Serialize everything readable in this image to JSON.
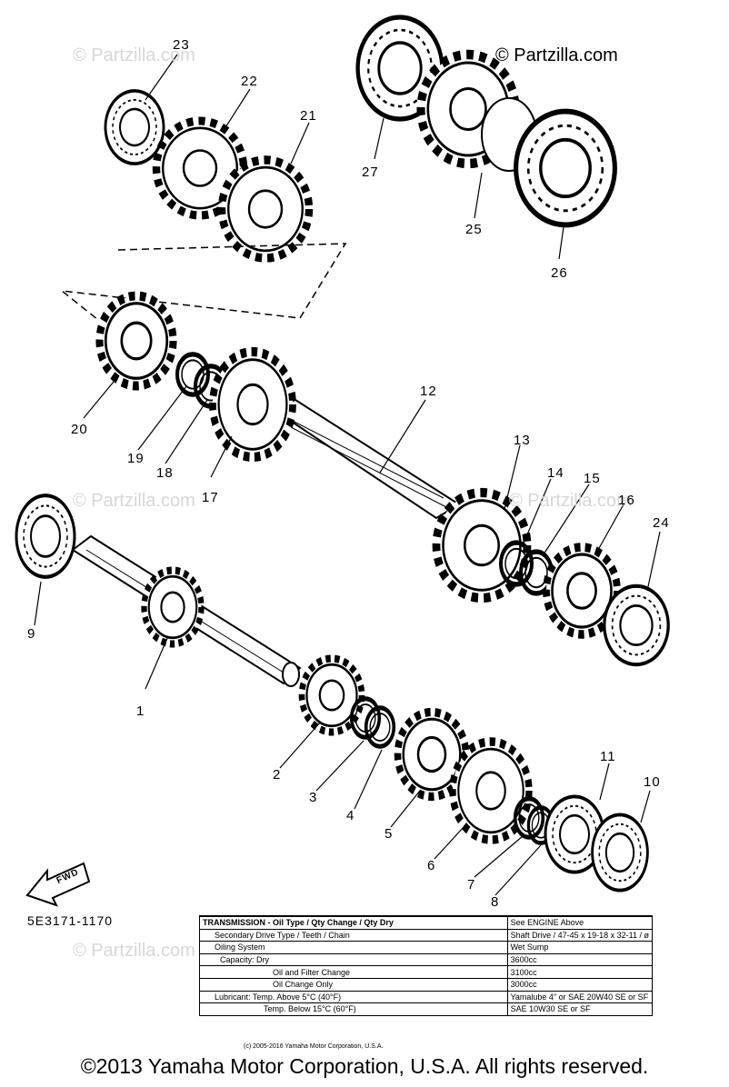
{
  "diagram_code": "5E3171-1170",
  "fwd_label": "FWD",
  "watermark": "© Partzilla.com",
  "watermark_top": "© Partzilla.com",
  "callouts": [
    "1",
    "2",
    "3",
    "4",
    "5",
    "6",
    "7",
    "8",
    "9",
    "10",
    "11",
    "12",
    "13",
    "14",
    "15",
    "16",
    "17",
    "18",
    "19",
    "20",
    "21",
    "22",
    "23",
    "24",
    "25",
    "26",
    "27"
  ],
  "spec_table": [
    [
      "TRANSMISSION - Oil Type / Qty Change / Qty Dry",
      "See ENGINE Above"
    ],
    [
      "Secondary Drive Type / Teeth / Chain",
      "Shaft Drive / 47-45 x 19-18 x 32-11 / ø"
    ],
    [
      "Oiling System",
      "Wet Sump"
    ],
    [
      "Capacity: Dry",
      "3600cc"
    ],
    [
      "Oil and Filter Change",
      "3100cc"
    ],
    [
      "Oil Change Only",
      "3000cc"
    ],
    [
      "Lubricant: Temp. Above 5°C (40°F)",
      "Yamalube 4\" or SAE 20W40 SE or SF"
    ],
    [
      "Temp. Below 15°C (60°F)",
      "SAE 10W30 SE or SF"
    ]
  ],
  "spec_copyright": "(c) 2005-2016 Yamaha Motor Corporation, U.S.A.",
  "footer": "©2013 Yamaha Motor Corporation, U.S.A. All rights reserved."
}
